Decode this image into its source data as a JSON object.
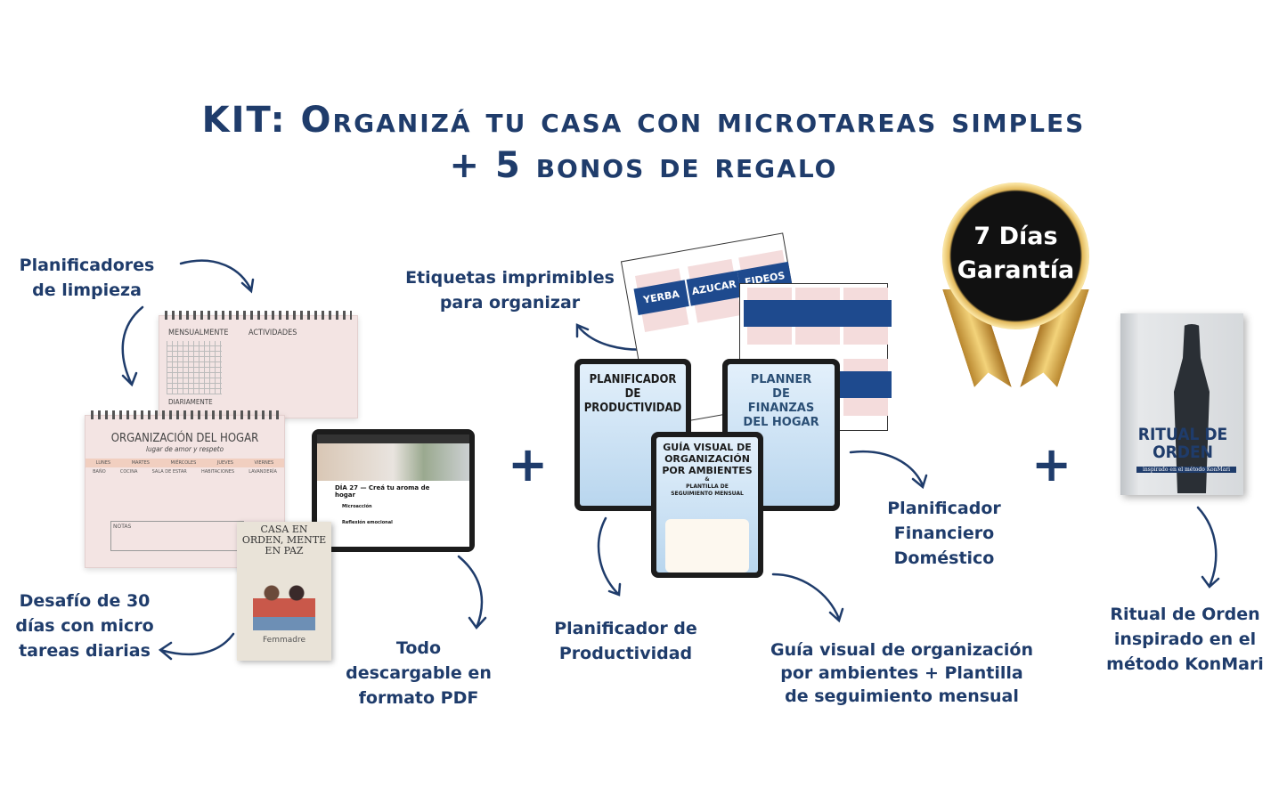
{
  "title": {
    "line1": "KIT: Organizá tu casa con microtareas simples",
    "line2": "+ 5 bonos de regalo"
  },
  "labels": {
    "planificadores": "Planificadores de limpieza",
    "desafio": "Desafío de 30 días con micro tareas diarias",
    "descargable": "Todo descargable en formato PDF",
    "etiquetas": "Etiquetas imprimibles para organizar",
    "productividad": "Planificador de Productividad",
    "guia": "Guía visual de organización por ambientes + Plantilla de seguimiento mensual",
    "financiero": "Planificador Financiero Doméstico",
    "ritual": "Ritual de Orden inspirado en el método KonMari"
  },
  "products": {
    "planner_back": {
      "col1": "MENSUALMENTE",
      "col2": "ACTIVIDADES",
      "col3": "DIARIAMENTE"
    },
    "planner_front": {
      "title": "ORGANIZACIÓN DEL HOGAR",
      "subtitle": "lugar de amor y respeto",
      "days": [
        "LUNES",
        "MARTES",
        "MIÉRCOLES",
        "JUEVES",
        "VIERNES"
      ],
      "rooms": [
        "BAÑO",
        "COCINA",
        "SALA DE ESTAR",
        "HABITACIONES",
        "LAVANDERÍA"
      ],
      "notes": "NOTAS"
    },
    "tablet_pdf": {
      "heading": "DÍA 27 — Creá tu aroma de hogar",
      "item1": "Microacción",
      "item2": "Reflexión emocional"
    },
    "book1": {
      "title": "CASA EN ORDEN, MENTE EN PAZ",
      "author": "Femmadre"
    },
    "tags": [
      "YERBA",
      "AZUCAR",
      "FIDEOS"
    ],
    "tablet_productividad": "PLANIFICADOR DE PRODUCTIVIDAD",
    "tablet_finanzas": "PLANNER DE FINANZAS DEL HOGAR",
    "tablet_guia": {
      "title": "GUÍA VISUAL DE ORGANIZACIÓN POR AMBIENTES",
      "amp": "&",
      "sub": "PLANTILLA DE SEGUIMIENTO MENSUAL"
    },
    "book2": {
      "title": "RITUAL DE ORDEN",
      "subtitle": "inspirado en el método KonMari"
    }
  },
  "badge": {
    "line1": "7 Días",
    "line2": "Garantía"
  },
  "plus": "+",
  "colors": {
    "navy": "#1f3c6b",
    "gold": "#c99a3a",
    "tag_blue": "#1e4a8e",
    "pink": "#f3e4e3"
  }
}
